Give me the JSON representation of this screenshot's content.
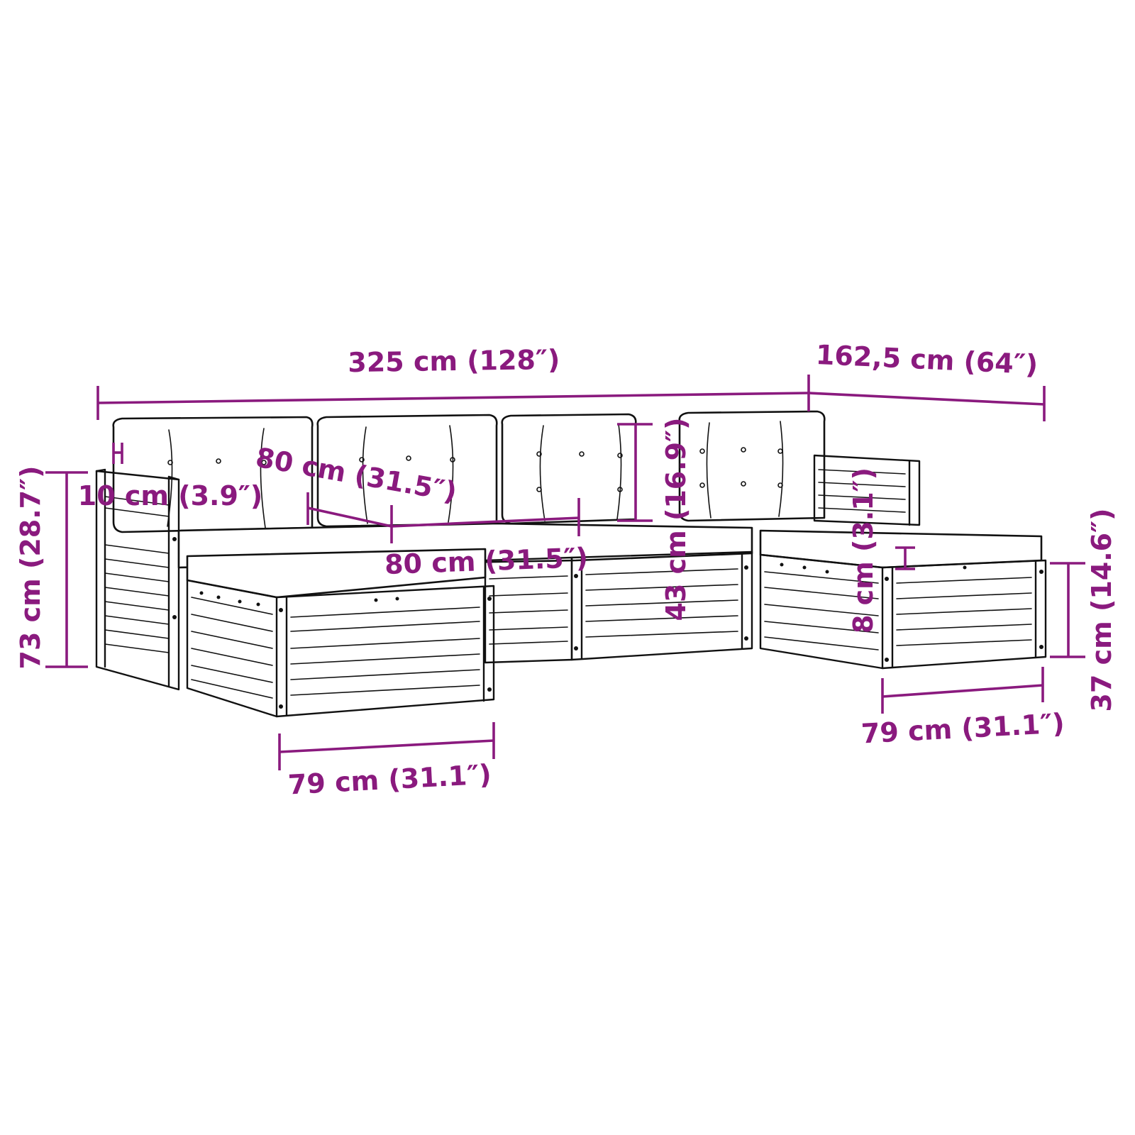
{
  "colors": {
    "dimension": "#8a1a7e",
    "outline": "#111111",
    "background": "#ffffff"
  },
  "dimensions": {
    "total_width": "325 cm (128″)",
    "depth": "162,5 cm (64″)",
    "total_height": "73 cm (28.7″)",
    "armrest_width": "10 cm (3.9″)",
    "seat_width_back": "80 cm (31.5″)",
    "seat_width_front": "80 cm (31.5″)",
    "backrest_height": "43 cm (16.9″)",
    "cushion_thickness": "8 cm (3.1″)",
    "seat_height": "37 cm (14.6″)",
    "module_depth_left": "79 cm (31.1″)",
    "module_depth_right": "79 cm (31.1″)"
  }
}
